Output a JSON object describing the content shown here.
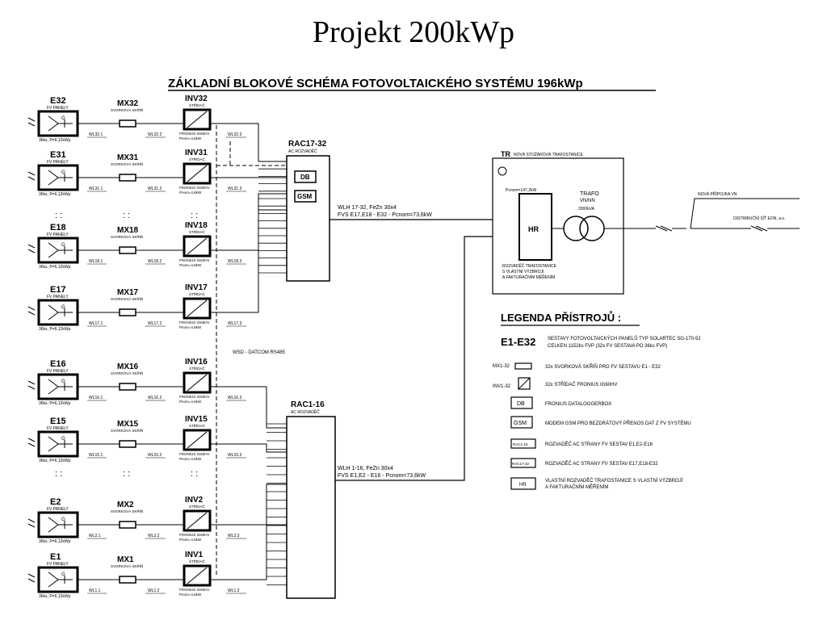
{
  "page_title": "Projekt 200kWp",
  "diagram_title": "ZÁKLADNÍ BLOKOVÉ SCHÉMA FOTOVOLTAICKÉHO SYSTÉMU 196kWp",
  "strings": [
    {
      "id": "E32",
      "panel_label": "FV PANELY",
      "panel_spec": "36ks, P=6,12kWp",
      "mx": "MX32",
      "mx_label": "SVORKOVÁ SKŘÍŇ",
      "inv": "INV32",
      "inv_label": "STŘÍDAČ",
      "inv_spec1": "FRONIUS IG60HV",
      "inv_spec2": "Pnom=4,6kW",
      "w1": "WL32.1",
      "w2": "WL32.2",
      "w3": "WL32.3"
    },
    {
      "id": "E31",
      "panel_label": "FV PANELY",
      "panel_spec": "36ks, P=6,12kWp",
      "mx": "MX31",
      "mx_label": "SVORKOVÁ SKŘÍŇ",
      "inv": "INV31",
      "inv_label": "STŘÍDAČ",
      "inv_spec1": "FRONIUS IG60HV",
      "inv_spec2": "Pnom=4,6kW",
      "w1": "WL31.1",
      "w2": "WL31.2",
      "w3": "WL31.3"
    },
    {
      "id": "E18",
      "panel_label": "FV PANELY",
      "panel_spec": "36ks, P=6,12kWp",
      "mx": "MX18",
      "mx_label": "SVORKOVÁ SKŘÍŇ",
      "inv": "INV18",
      "inv_label": "STŘÍDAČ",
      "inv_spec1": "FRONIUS IG60HV",
      "inv_spec2": "Pnom=4,6kW",
      "w1": "WL18.1",
      "w2": "WL18.2",
      "w3": "WL18.3"
    },
    {
      "id": "E17",
      "panel_label": "FV PANELY",
      "panel_spec": "36ks, P=6,12kWp",
      "mx": "MX17",
      "mx_label": "SVORKOVÁ SKŘÍŇ",
      "inv": "INV17",
      "inv_label": "STŘÍDAČ",
      "inv_spec1": "FRONIUS IG60HV",
      "inv_spec2": "Pnom=4,6kW",
      "w1": "WL17.1",
      "w2": "WL17.2",
      "w3": "WL17.3"
    },
    {
      "id": "E16",
      "panel_label": "FV PANELY",
      "panel_spec": "36ks, P=6,12kWp",
      "mx": "MX16",
      "mx_label": "SVORKOVÁ SKŘÍŇ",
      "inv": "INV16",
      "inv_label": "STŘÍDAČ",
      "inv_spec1": "FRONIUS IG60HV",
      "inv_spec2": "Pnom=4,6kW",
      "w1": "WL16.1",
      "w2": "WL16.2",
      "w3": "WL16.3"
    },
    {
      "id": "E15",
      "panel_label": "FV PANELY",
      "panel_spec": "36ks, P=6,12kWp",
      "mx": "MX15",
      "mx_label": "SVORKOVÁ SKŘÍŇ",
      "inv": "INV15",
      "inv_label": "STŘÍDAČ",
      "inv_spec1": "FRONIUS IG60HV",
      "inv_spec2": "Pnom=4,6kW",
      "w1": "WL15.1",
      "w2": "WL15.2",
      "w3": "WL15.3"
    },
    {
      "id": "E2",
      "panel_label": "FV PANELY",
      "panel_spec": "36ks, P=6,12kWp",
      "mx": "MX2",
      "mx_label": "SVORKOVÁ SKŘÍŇ",
      "inv": "INV2",
      "inv_label": "STŘÍDAČ",
      "inv_spec1": "FRONIUS IG60HV",
      "inv_spec2": "Pnom=4,6kW",
      "w1": "WL2.1",
      "w2": "WL2.2",
      "w3": "WL2.3"
    },
    {
      "id": "E1",
      "panel_label": "FV PANELY",
      "panel_spec": "36ks, P=6,12kWp",
      "mx": "MX1",
      "mx_label": "SVORKOVÁ SKŘÍŇ",
      "inv": "INV1",
      "inv_label": "STŘÍDAČ",
      "inv_spec1": "FRONIUS IG60HV",
      "inv_spec2": "Pnom=4,6kW",
      "w1": "WL1.1",
      "w2": "WL1.2",
      "w3": "WL1.3"
    }
  ],
  "rac_upper": {
    "name": "RAC17-32",
    "label": "AC ROZVADĚČ",
    "db": "DB",
    "gsm": "GSM"
  },
  "rac_lower": {
    "name": "RAC1-16",
    "label": "AC ROZVADĚČ"
  },
  "feeder_upper": {
    "line1": "WLH 17-32, FeZn 30x4",
    "line2": "FVS E17,E18 - E32 - Pcnom=73,6kW"
  },
  "feeder_lower": {
    "line1": "WLH 1-16, FeZn 30x4",
    "line2": "FVS E1,E2 - E16 - Pcnom=73,6kW"
  },
  "datacom": "WSD - DATCOM RS485",
  "station": {
    "tr": "TR",
    "tr_label": "NOVÁ STOŽÁROVÁ TRAFOSTANICE",
    "pcnom": "Pcnom=147,2kW",
    "hr": "HR",
    "hr_desc1": "ROZVADĚČ TRAFOSTANICE",
    "hr_desc2": "S VLASTNÍ VÝZBROJÍ",
    "hr_desc3": "A FAKTURAČNÍM MĚŘENÍM",
    "trafo": "TRAFO",
    "trafo_v": "VN/NN",
    "trafo_p": "2000kVA"
  },
  "grid": {
    "vn_line": "NOVÁ PŘÍPOJKA VN",
    "distribution": "DISTRIBUČNÍ SÍŤ EON, a.s."
  },
  "legend": {
    "title": "LEGENDA PŘÍSTROJŮ :",
    "e_code": "E1-E32",
    "e_line1": "SESTAVY FOTOVOLTAICKÝCH PANELŮ TYP SOLARTEC SG-170-52",
    "e_line2": "CELKEN 1152ks FVP (32x FV SESTAVA PO 36ks FVP)",
    "mx_code": "MX1-32",
    "mx_text": "32x SVORKOVÁ SKŘÍŇ PRO FV SESTAVU E1 - E32",
    "inv_code": "INV1-32",
    "inv_text": "32x STŘÍDAČ FRONIUS IG60HV",
    "db_code": "DB",
    "db_text": "FRONIUS DATALOGGERBOX",
    "gsm_code": "GSM",
    "gsm_text": "MODEM GSM PRO BEZDRÁTOVÝ PŘENOS DAT Z FV SYSTÉMU",
    "rac1_code": "RAC1-16",
    "rac1_text": "ROZVADĚČ AC STRANY FV SESTAV E1,E2-E16",
    "rac2_code": "RAC17-32",
    "rac2_text": "ROZVADĚČ AC STRANY FV SESTAV E17,E18-E32",
    "hr_code": "HR",
    "hr_text1": "VLASTNÍ ROZVADĚČ TRAFOSTANICE S VLASTNÍ VÝZBROJÍ",
    "hr_text2": "A FAKTURAČNÍM MĚŘENÍM"
  }
}
